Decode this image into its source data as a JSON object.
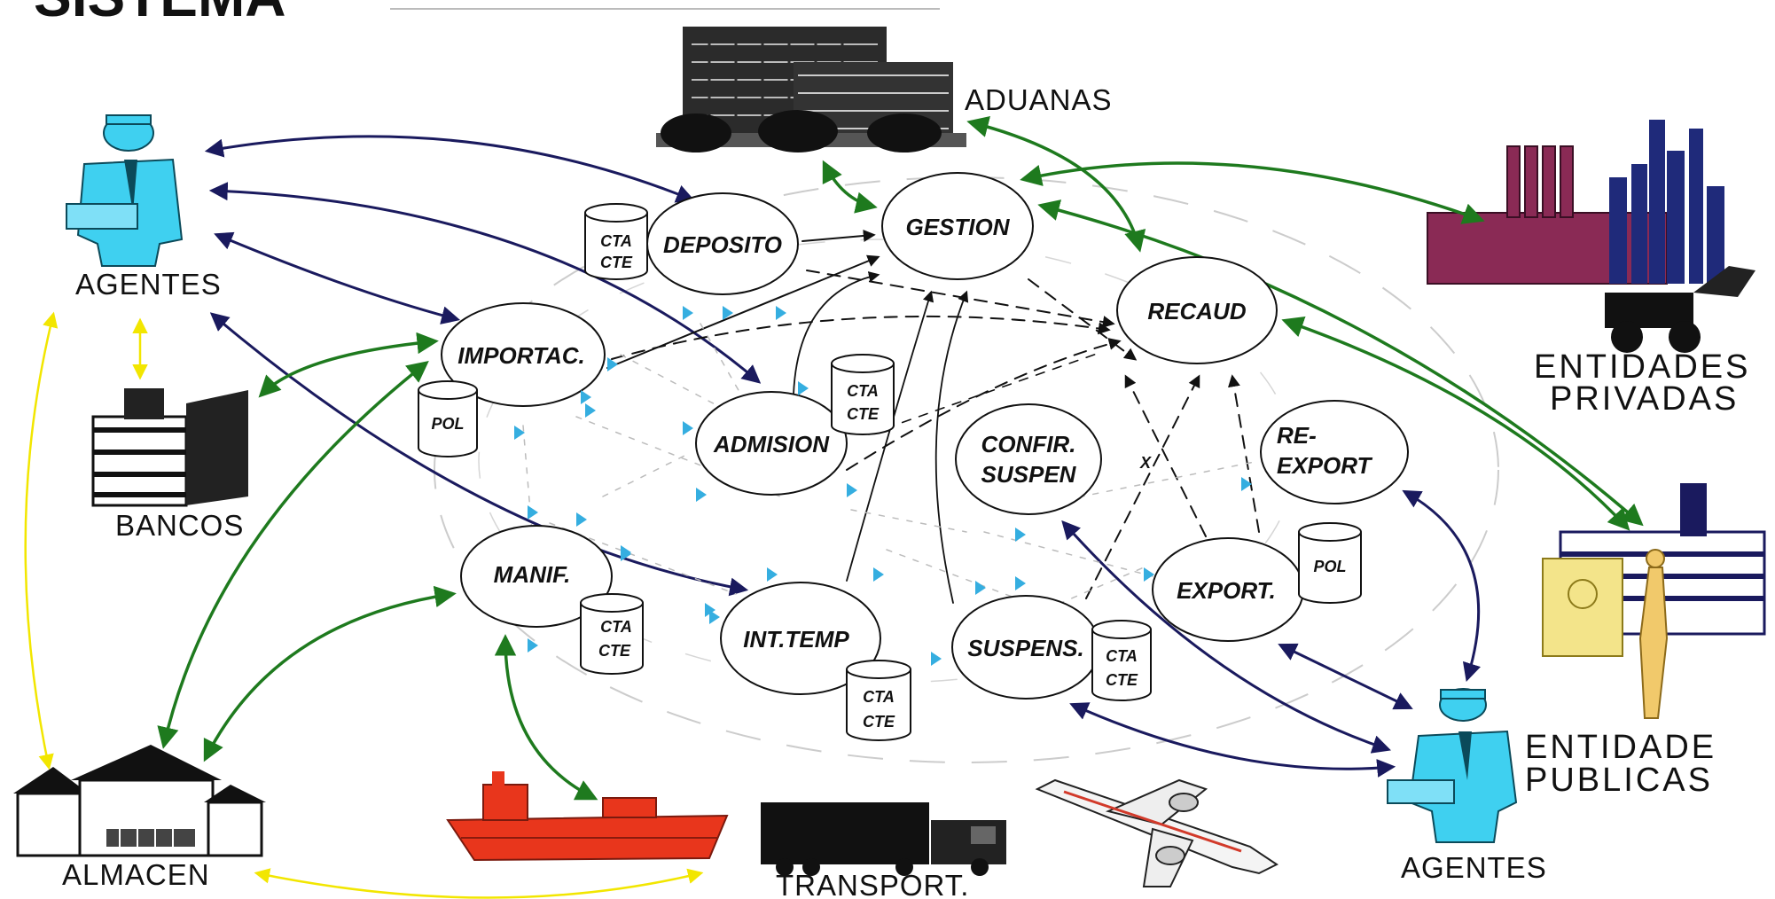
{
  "diagram": {
    "title_fragment": "SISTEMA",
    "processes": {
      "gestion": "GESTION",
      "deposito": "DEPOSITO",
      "recaud": "RECAUD",
      "importac": "IMPORTAC.",
      "admision": "ADMISION",
      "confir": [
        "CONFIR.",
        "SUSPEN"
      ],
      "reexport": [
        "RE-",
        "EXPORT"
      ],
      "manif": "MANIF.",
      "inttemp": "INT.TEMP",
      "suspens": "SUSPENS.",
      "export": "EXPORT."
    },
    "databases": {
      "cta": "CTA",
      "cte": "CTE",
      "pol": "POL"
    },
    "external_entities": {
      "aduanas": "ADUANAS",
      "agentes_left": "AGENTES",
      "bancos": "BANCOS",
      "almacen": "ALMACEN",
      "transport": "TRANSPORT.",
      "entidades_privadas": [
        "ENTIDADES",
        "PRIVADAS"
      ],
      "entidades_publicas": [
        "ENTIDADE",
        "PUBLICAS"
      ],
      "agentes_right": "AGENTES",
      "misc_mark": "X"
    },
    "colors": {
      "navy_arrow": "#1a1a5e",
      "green_arrow": "#1e7a1e",
      "yellow_arrow": "#f2e600",
      "cyan_marker": "#35aee0",
      "agent_blue": "#3fd0f0",
      "ship_red": "#e8361c",
      "factory_purple": "#8a2a55",
      "factory_navy": "#1f2a7a"
    }
  }
}
